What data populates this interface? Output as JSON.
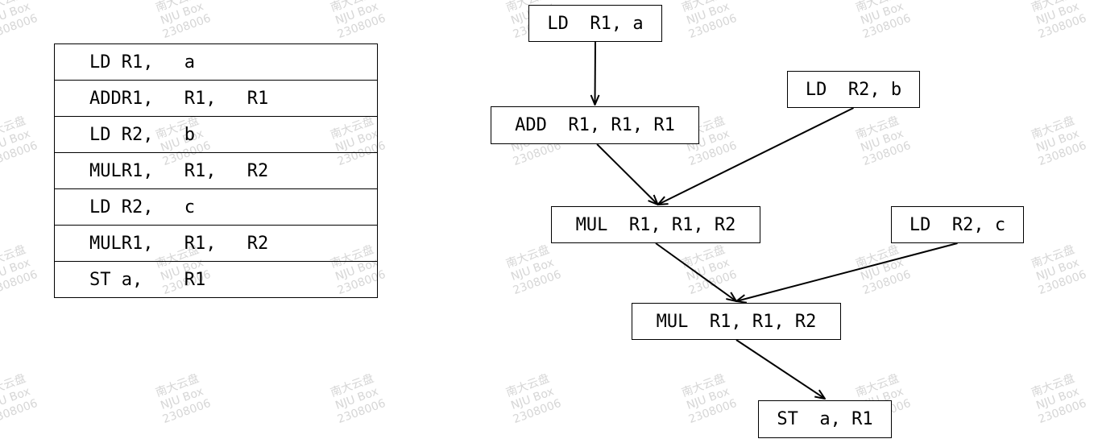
{
  "watermark": {
    "line1": "南大云盘",
    "line2": "NJU Box",
    "line3": "2308006"
  },
  "instructions": [
    {
      "op": "LD",
      "a1": "R1,",
      "a2": "a",
      "a3": ""
    },
    {
      "op": "ADD",
      "a1": "R1,",
      "a2": "R1,",
      "a3": "R1"
    },
    {
      "op": "LD",
      "a1": "R2,",
      "a2": "b",
      "a3": ""
    },
    {
      "op": "MUL",
      "a1": "R1,",
      "a2": "R1,",
      "a3": "R2"
    },
    {
      "op": "LD",
      "a1": "R2,",
      "a2": "c",
      "a3": ""
    },
    {
      "op": "MUL",
      "a1": "R1,",
      "a2": "R1,",
      "a3": "R2"
    },
    {
      "op": "ST",
      "a1": "a,",
      "a2": "R1",
      "a3": ""
    }
  ],
  "dag": {
    "nodes": [
      {
        "id": "ld-r1-a",
        "label": "LD  R1, a"
      },
      {
        "id": "ld-r2-b",
        "label": "LD  R2, b"
      },
      {
        "id": "add",
        "label": "ADD  R1, R1, R1"
      },
      {
        "id": "mul1",
        "label": "MUL  R1, R1, R2"
      },
      {
        "id": "ld-r2-c",
        "label": "LD  R2, c"
      },
      {
        "id": "mul2",
        "label": "MUL  R1, R1, R2"
      },
      {
        "id": "st",
        "label": "ST  a, R1"
      }
    ],
    "edges": [
      {
        "from": "ld-r1-a",
        "to": "add"
      },
      {
        "from": "add",
        "to": "mul1"
      },
      {
        "from": "ld-r2-b",
        "to": "mul1"
      },
      {
        "from": "mul1",
        "to": "mul2"
      },
      {
        "from": "ld-r2-c",
        "to": "mul2"
      },
      {
        "from": "mul2",
        "to": "st"
      }
    ]
  }
}
